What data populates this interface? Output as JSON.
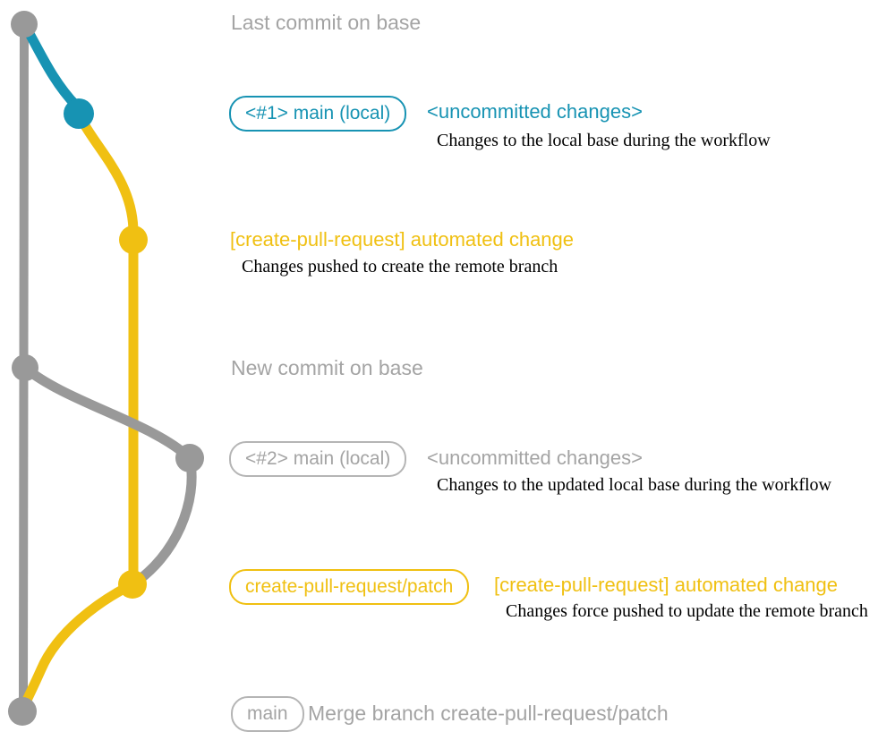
{
  "colors": {
    "teal": "#1793b3",
    "gold": "#f0c012",
    "gray": "#999999",
    "gray_text": "#a4a4a4"
  },
  "diagram": {
    "kind": "git-branch-workflow",
    "branches": [
      "base",
      "main (local)",
      "create-pull-request/patch"
    ],
    "commit_dots": [
      "last-commit-on-base",
      "uncommitted-changes-1",
      "automated-change-1",
      "new-commit-on-base",
      "uncommitted-changes-2",
      "automated-change-2",
      "merge-commit"
    ]
  },
  "rows": {
    "last_commit_label": "Last commit on base",
    "row1_badge": "<#1> main (local)",
    "row1_title": "<uncommitted changes>",
    "row1_desc": "Changes to the local base during the workflow",
    "row2_title": "[create-pull-request] automated change",
    "row2_desc": "Changes pushed to create the remote branch",
    "new_commit_label": "New commit on base",
    "row3_badge": "<#2> main (local)",
    "row3_title": "<uncommitted changes>",
    "row3_desc": "Changes to the updated local base during the workflow",
    "row4_badge": "create-pull-request/patch",
    "row4_title": "[create-pull-request] automated change",
    "row4_desc": "Changes force pushed to update the remote branch",
    "row5_badge": "main",
    "row5_text": "Merge branch create-pull-request/patch"
  }
}
